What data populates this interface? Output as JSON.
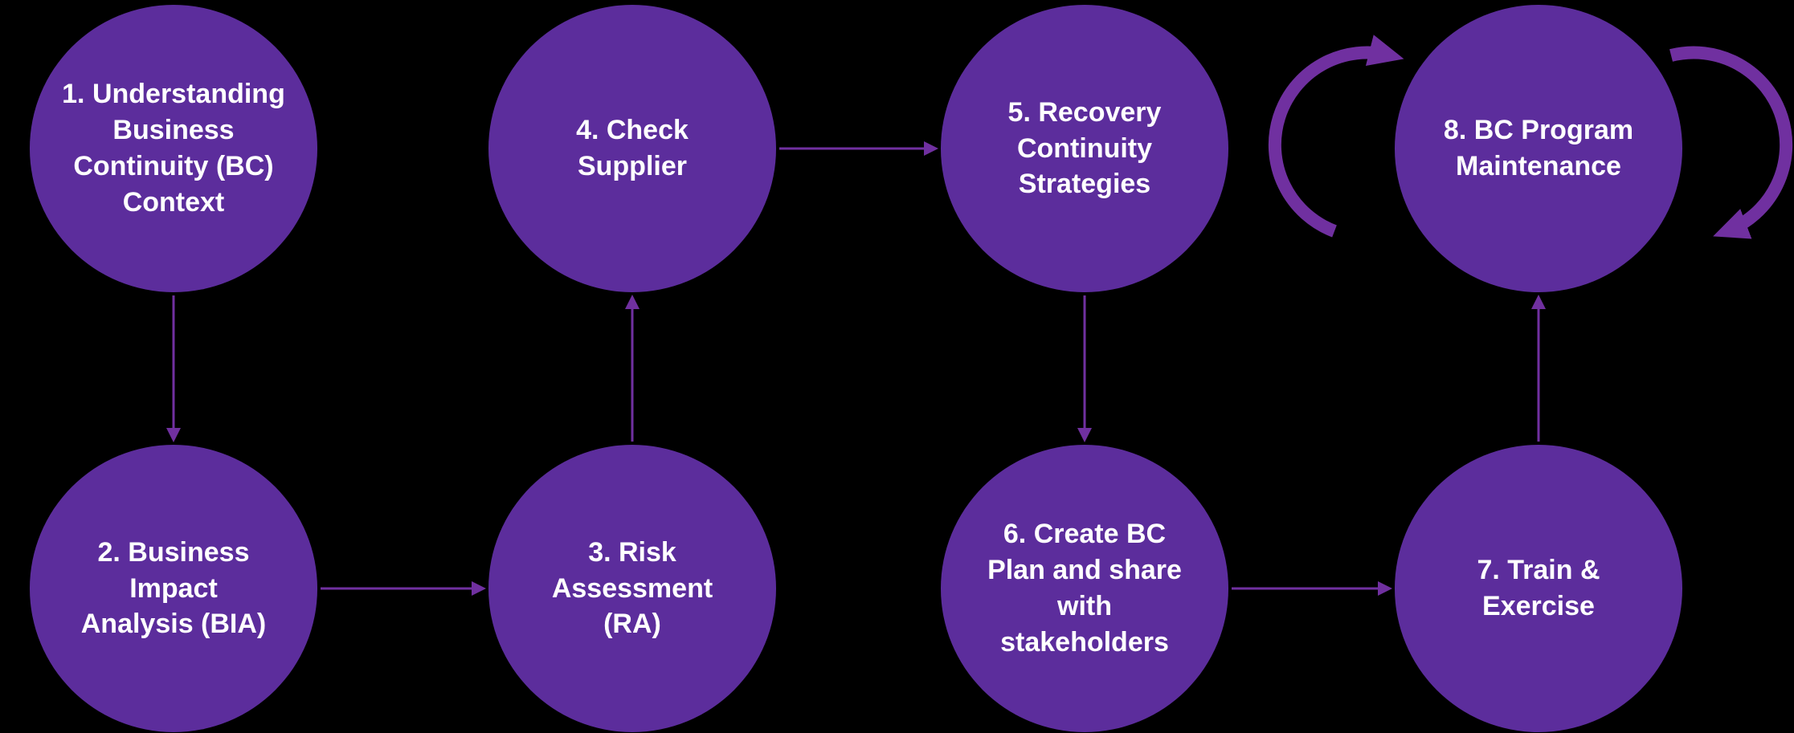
{
  "colors": {
    "background": "#000000",
    "node-fill": "#5c2d9c",
    "arrow": "#7030a0",
    "text": "#ffffff"
  },
  "nodes": [
    {
      "id": "1",
      "label": "1. Understanding\nBusiness\nContinuity (BC)\nContext"
    },
    {
      "id": "2",
      "label": "2. Business\nImpact\nAnalysis (BIA)"
    },
    {
      "id": "3",
      "label": "3. Risk\nAssessment\n(RA)"
    },
    {
      "id": "4",
      "label": "4. Check\nSupplier"
    },
    {
      "id": "5",
      "label": "5. Recovery\nContinuity\nStrategies"
    },
    {
      "id": "6",
      "label": "6. Create BC\nPlan and share\nwith\nstakeholders"
    },
    {
      "id": "7",
      "label": "7. Train &\nExercise"
    },
    {
      "id": "8",
      "label": "8. BC Program\nMaintenance"
    }
  ],
  "connections": [
    {
      "from": "1",
      "to": "2",
      "direction": "down"
    },
    {
      "from": "2",
      "to": "3",
      "direction": "right"
    },
    {
      "from": "3",
      "to": "4",
      "direction": "up"
    },
    {
      "from": "4",
      "to": "5",
      "direction": "right"
    },
    {
      "from": "5",
      "to": "6",
      "direction": "down"
    },
    {
      "from": "6",
      "to": "7",
      "direction": "right"
    },
    {
      "from": "7",
      "to": "8",
      "direction": "up"
    },
    {
      "type": "cycle",
      "node": "8",
      "side": "left"
    },
    {
      "type": "cycle",
      "node": "8",
      "side": "right"
    }
  ]
}
